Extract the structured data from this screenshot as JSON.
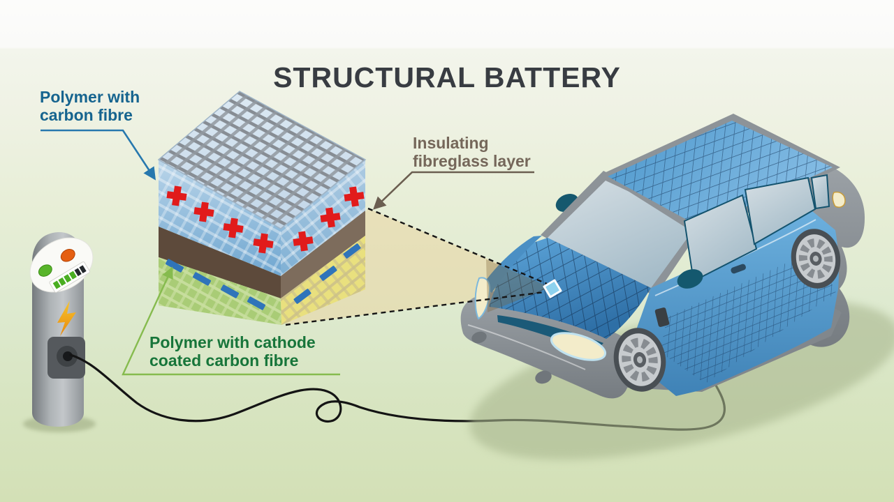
{
  "title": "STRUCTURAL BATTERY",
  "labels": {
    "anode": {
      "text": "Polymer with carbon fibre",
      "color": "#16648f"
    },
    "insulation": {
      "text": "Insulating fibreglass layer",
      "color": "#75675a"
    },
    "cathode": {
      "text": "Polymer with cathode coated carbon fibre",
      "color": "#17753a"
    }
  },
  "battery_block": {
    "layers": [
      {
        "id": "anode-layer",
        "label_ref": "anode",
        "face_color": "#8fb8da",
        "top_mesh_color": "#878d94",
        "marker": "+",
        "marker_color": "#e11b1b",
        "marker_count": 7
      },
      {
        "id": "insulating-layer",
        "label_ref": "insulation",
        "face_color_left": "#5d4a3b",
        "face_color_right": "#7d6c5c"
      },
      {
        "id": "cathode-layer",
        "label_ref": "cathode",
        "face_color_left": "#a9cc76",
        "face_color_right": "#e9e07e",
        "marker": "−",
        "marker_color": "#2f74ba",
        "marker_count": 7
      }
    ]
  },
  "charging_station": {
    "leds": [
      {
        "name": "green-led",
        "color": "#58b42a"
      },
      {
        "name": "orange-led",
        "color": "#e55f12"
      }
    ],
    "battery_gauge": {
      "filled_segments": 4,
      "empty_segments": 2,
      "fill_color": "#4aae22"
    },
    "lightning_color": "#f5b525"
  },
  "car": {
    "body_color": "#4f9ad0",
    "mesh_line_color": "#1c3d63",
    "highlight_square_color": "#8ed2ee"
  },
  "callout": {
    "dash_color": "#151515",
    "cone_color": "#e9d6a2"
  }
}
